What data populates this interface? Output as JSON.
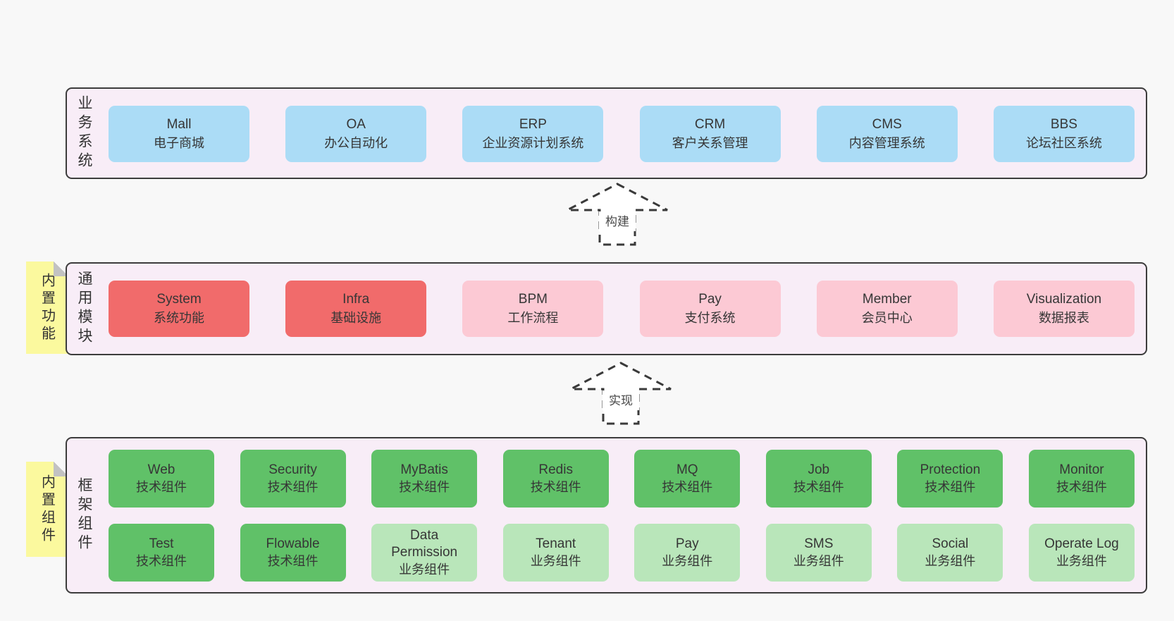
{
  "colors": {
    "page_bg": "#f8f8f8",
    "panel_bg": "#f8edf7",
    "panel_border": "#3c3c3c",
    "box_blue": "#abdcf6",
    "box_red": "#f16b6b",
    "box_pink": "#fcc9d4",
    "box_green_dark": "#60c168",
    "box_green_light": "#b9e6ba",
    "sticky_yellow": "#fbf99e",
    "sticky_fold_gray": "#c2c2c2"
  },
  "business": {
    "label": "业务系统",
    "boxes": [
      {
        "title": "Mall",
        "subtitle": "电子商城"
      },
      {
        "title": "OA",
        "subtitle": "办公自动化"
      },
      {
        "title": "ERP",
        "subtitle": "企业资源计划系统"
      },
      {
        "title": "CRM",
        "subtitle": "客户关系管理"
      },
      {
        "title": "CMS",
        "subtitle": "内容管理系统"
      },
      {
        "title": "BBS",
        "subtitle": "论坛社区系统"
      }
    ]
  },
  "arrows": {
    "build": "构建",
    "implement": "实现"
  },
  "modules": {
    "label": "通用模块",
    "sticky": "内置功能",
    "boxes": [
      {
        "title": "System",
        "subtitle": "系统功能",
        "variant": "red"
      },
      {
        "title": "Infra",
        "subtitle": "基础设施",
        "variant": "red"
      },
      {
        "title": "BPM",
        "subtitle": "工作流程",
        "variant": "pink"
      },
      {
        "title": "Pay",
        "subtitle": "支付系统",
        "variant": "pink"
      },
      {
        "title": "Member",
        "subtitle": "会员中心",
        "variant": "pink"
      },
      {
        "title": "Visualization",
        "subtitle": "数据报表",
        "variant": "pink"
      }
    ]
  },
  "components": {
    "label": "框架组件",
    "sticky": "内置组件",
    "row1": [
      {
        "title": "Web",
        "subtitle": "技术组件"
      },
      {
        "title": "Security",
        "subtitle": "技术组件"
      },
      {
        "title": "MyBatis",
        "subtitle": "技术组件"
      },
      {
        "title": "Redis",
        "subtitle": "技术组件"
      },
      {
        "title": "MQ",
        "subtitle": "技术组件"
      },
      {
        "title": "Job",
        "subtitle": "技术组件"
      },
      {
        "title": "Protection",
        "subtitle": "技术组件"
      },
      {
        "title": "Monitor",
        "subtitle": "技术组件"
      }
    ],
    "row2": [
      {
        "title": "Test",
        "subtitle": "技术组件",
        "variant": "green-dark"
      },
      {
        "title": "Flowable",
        "subtitle": "技术组件",
        "variant": "green-dark"
      },
      {
        "title": "Data Permission",
        "subtitle": "业务组件",
        "variant": "green-light"
      },
      {
        "title": "Tenant",
        "subtitle": "业务组件",
        "variant": "green-light"
      },
      {
        "title": "Pay",
        "subtitle": "业务组件",
        "variant": "green-light"
      },
      {
        "title": "SMS",
        "subtitle": "业务组件",
        "variant": "green-light"
      },
      {
        "title": "Social",
        "subtitle": "业务组件",
        "variant": "green-light"
      },
      {
        "title": "Operate Log",
        "subtitle": "业务组件",
        "variant": "green-light"
      }
    ]
  }
}
